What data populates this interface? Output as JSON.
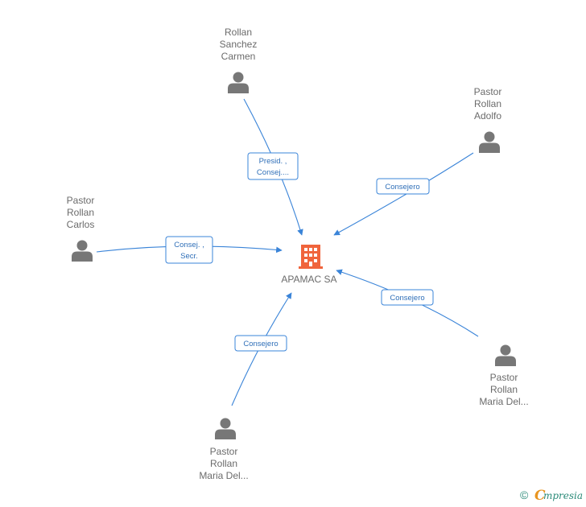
{
  "company": {
    "name": "APAMAC SA",
    "icon": "building-icon",
    "color": "#f0643c"
  },
  "colors": {
    "edge": "#3a84d8",
    "person": "#777777",
    "text": "#6b6b6b"
  },
  "persons": [
    {
      "id": "p1",
      "lines": [
        "Rollan",
        "Sanchez",
        "Carmen"
      ],
      "edge_label": [
        "Presid. ,",
        "Consej...."
      ]
    },
    {
      "id": "p2",
      "lines": [
        "Pastor",
        "Rollan",
        "Adolfo"
      ],
      "edge_label": [
        "Consejero"
      ]
    },
    {
      "id": "p3",
      "lines": [
        "Pastor",
        "Rollan",
        "Carlos"
      ],
      "edge_label": [
        "Consej. ,",
        "Secr."
      ]
    },
    {
      "id": "p4",
      "lines": [
        "Pastor",
        "Rollan",
        "Maria Del..."
      ],
      "edge_label": [
        "Consejero"
      ]
    },
    {
      "id": "p5",
      "lines": [
        "Pastor",
        "Rollan",
        "Maria Del..."
      ],
      "edge_label": [
        "Consejero"
      ]
    }
  ],
  "brand": {
    "copyright": "©",
    "initial": "C",
    "rest": "mpresia"
  }
}
